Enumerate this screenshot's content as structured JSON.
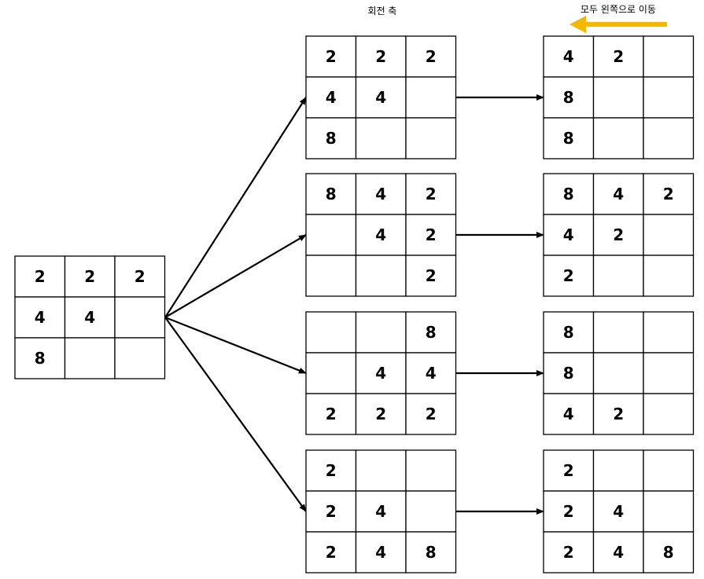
{
  "labels": {
    "rotation_axis": "회전 축",
    "move_all_left": "모두 왼쪽으로 이동"
  },
  "colors": {
    "line": "#000000",
    "background": "#ffffff",
    "move_arrow": "#f5b800"
  },
  "source_board": [
    [
      "2",
      "2",
      "2"
    ],
    [
      "4",
      "4",
      ""
    ],
    [
      "8",
      "",
      ""
    ]
  ],
  "rows": [
    {
      "rotated": [
        [
          "2",
          "2",
          "2"
        ],
        [
          "4",
          "4",
          ""
        ],
        [
          "8",
          "",
          ""
        ]
      ],
      "moved": [
        [
          "4",
          "2",
          ""
        ],
        [
          "8",
          "",
          ""
        ],
        [
          "8",
          "",
          ""
        ]
      ]
    },
    {
      "rotated": [
        [
          "8",
          "4",
          "2"
        ],
        [
          "",
          "4",
          "2"
        ],
        [
          "",
          "",
          "2"
        ]
      ],
      "moved": [
        [
          "8",
          "4",
          "2"
        ],
        [
          "4",
          "2",
          ""
        ],
        [
          "2",
          "",
          ""
        ]
      ]
    },
    {
      "rotated": [
        [
          "",
          "",
          "8"
        ],
        [
          "",
          "4",
          "4"
        ],
        [
          "2",
          "2",
          "2"
        ]
      ],
      "moved": [
        [
          "8",
          "",
          ""
        ],
        [
          "8",
          "",
          ""
        ],
        [
          "4",
          "2",
          ""
        ]
      ]
    },
    {
      "rotated": [
        [
          "2",
          "",
          ""
        ],
        [
          "2",
          "4",
          ""
        ],
        [
          "2",
          "4",
          "8"
        ]
      ],
      "moved": [
        [
          "2",
          "",
          ""
        ],
        [
          "2",
          "4",
          ""
        ],
        [
          "2",
          "4",
          "8"
        ]
      ]
    }
  ]
}
